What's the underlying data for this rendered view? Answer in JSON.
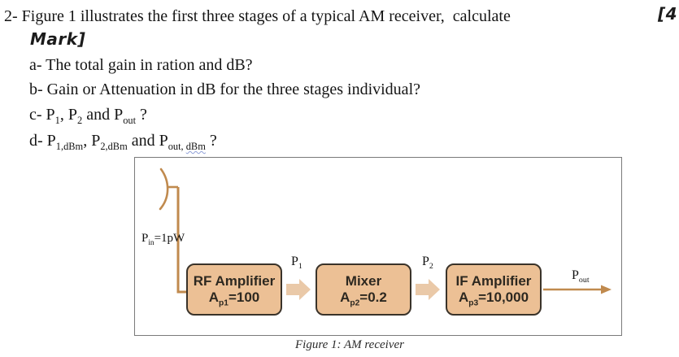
{
  "question": {
    "prompt": "2- Figure 1 illustrates the first three stages of a typical AM receiver,  calculate",
    "marks_right": "[4",
    "marks_wrap": "Mark]",
    "items": [
      {
        "rich": [
          {
            "t": "a- The total gain in ration and dB?"
          }
        ]
      },
      {
        "rich": [
          {
            "t": "b- Gain or Attenuation in dB for the three stages individual?"
          }
        ]
      },
      {
        "rich": [
          {
            "t": "c- P"
          },
          {
            "sub": "1"
          },
          {
            "t": ", P"
          },
          {
            "sub": "2"
          },
          {
            "t": " and P"
          },
          {
            "sub": "out"
          },
          {
            "t": " ?"
          }
        ]
      },
      {
        "rich": [
          {
            "t": "d- P"
          },
          {
            "sub": "1,dBm"
          },
          {
            "t": ", P"
          },
          {
            "sub": "2,dBm"
          },
          {
            "t": " and P"
          },
          {
            "sub": "out, "
          },
          {
            "sub": "dBm",
            "cls": "squiggle"
          },
          {
            "t": " ?"
          }
        ]
      }
    ]
  },
  "figure": {
    "caption": "Figure 1:  AM receiver",
    "input_power_label": [
      {
        "t": "P"
      },
      {
        "sub": "in"
      },
      {
        "t": "=1pW"
      }
    ],
    "blocks": [
      {
        "name": "RF Amplifier",
        "gain": [
          {
            "t": "A"
          },
          {
            "sub": "p1"
          },
          {
            "t": "=100"
          }
        ]
      },
      {
        "name": "Mixer",
        "gain": [
          {
            "t": "A"
          },
          {
            "sub": "p2"
          },
          {
            "t": "=0.2"
          }
        ]
      },
      {
        "name": "IF Amplifier",
        "gain": [
          {
            "t": "A"
          },
          {
            "sub": "p3"
          },
          {
            "t": "=10,000"
          }
        ]
      }
    ],
    "labels": {
      "p1": [
        {
          "t": "P"
        },
        {
          "sub": "1"
        }
      ],
      "p2": [
        {
          "t": "P"
        },
        {
          "sub": "2"
        }
      ],
      "pout": [
        {
          "t": "P"
        },
        {
          "sub": "out"
        }
      ]
    },
    "colors": {
      "block_fill": "#ecc095",
      "block_border": "#3a332a",
      "arrow_fill": "#eac9a8",
      "antenna_line": "#c08a4e",
      "box_border": "#7a7a7a"
    }
  }
}
